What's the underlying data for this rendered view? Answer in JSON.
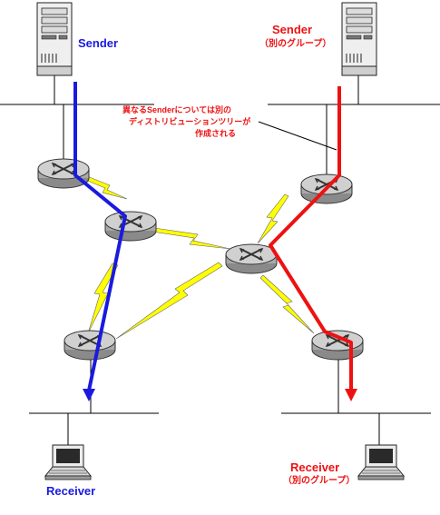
{
  "labels": {
    "sender_left": "Sender",
    "sender_right": "Sender",
    "sender_right_sub": "（別のグループ）",
    "receiver_left": "Receiver",
    "receiver_right": "Receiver",
    "receiver_right_sub": "（別のグループ）",
    "note_line1": "異なるSenderについては別の",
    "note_line2": "ディストリビューションツリーが",
    "note_line3": "作成される"
  },
  "colors": {
    "tree_left": "#1a1adf",
    "tree_right": "#ee1111",
    "label_blue": "#1a1adf",
    "label_red": "#ee1111",
    "lightning": "#ffff00",
    "router": "#c0c0c0"
  },
  "icons": {
    "server": "server-tower-icon",
    "router": "router-icon",
    "link": "lightning-bolt-link-icon",
    "laptop": "laptop-computer-icon"
  }
}
